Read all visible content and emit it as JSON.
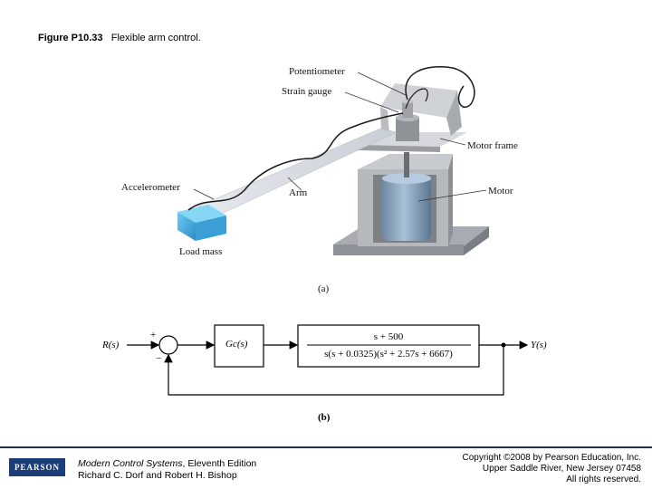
{
  "figure": {
    "number": "Figure P10.33",
    "caption": "Flexible arm control."
  },
  "part_a": {
    "labels": {
      "potentiometer": "Potentiometer",
      "strain_gauge": "Strain gauge",
      "motor_frame": "Motor frame",
      "accelerometer": "Accelerometer",
      "arm": "Arm",
      "motor": "Motor",
      "load_mass": "Load mass"
    },
    "sub_label": "(a)"
  },
  "part_b": {
    "input": "R(s)",
    "output": "Y(s)",
    "sum_plus": "+",
    "sum_minus": "−",
    "controller": "Gc(s)",
    "plant_numerator": "s + 500",
    "plant_denominator": "s(s + 0.0325)(s² + 2.57s + 6667)",
    "sub_label": "(b)"
  },
  "footer": {
    "logo": "PEARSON",
    "book_title": "Modern Control Systems",
    "edition": ", Eleventh Edition",
    "authors": "Richard C. Dorf and Robert H. Bishop",
    "copyright_line1": "Copyright ©2008 by Pearson Education, Inc.",
    "copyright_line2": "Upper Saddle River, New Jersey 07458",
    "copyright_line3": "All rights reserved."
  }
}
